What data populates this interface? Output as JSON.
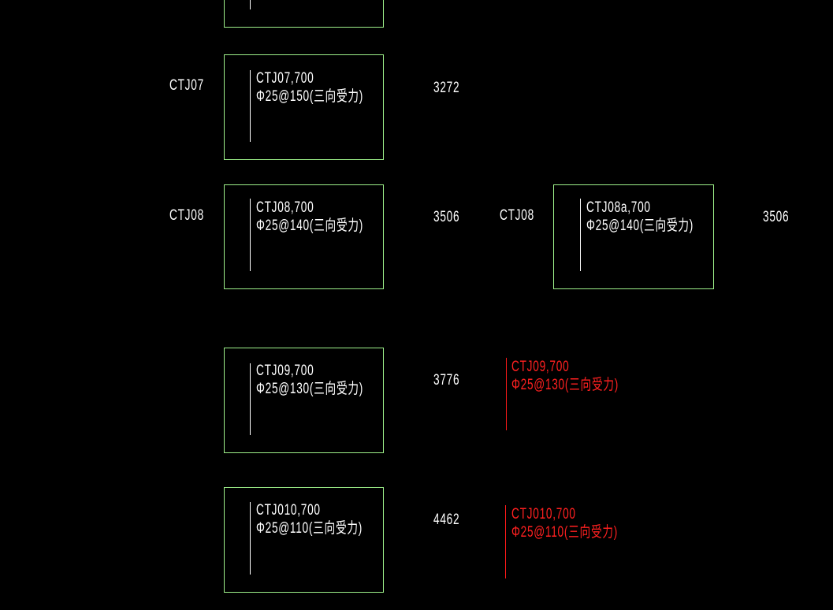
{
  "colors": {
    "background": "#000000",
    "box_border": "#9ef18a",
    "text": "#ffffff",
    "highlight_text": "#ff2020"
  },
  "rows": [
    {
      "id": "partial-top",
      "box": {
        "line1": "",
        "line2": ""
      }
    },
    {
      "id": "ctj07",
      "left_label": "CTJ07",
      "box": {
        "line1": "CTJ07,700",
        "line2": "Φ25@150(三向受力)"
      },
      "value": "3272"
    },
    {
      "id": "ctj08",
      "left_label": "CTJ08",
      "box": {
        "line1": "CTJ08,700",
        "line2": "Φ25@140(三向受力)"
      },
      "value": "3506",
      "right": {
        "left_label": "CTJ08",
        "box": {
          "line1": "CTJ08a,700",
          "line2": "Φ25@140(三向受力)"
        },
        "value": "3506"
      }
    },
    {
      "id": "ctj09",
      "box": {
        "line1": "CTJ09,700",
        "line2": "Φ25@130(三向受力)"
      },
      "value": "3776",
      "red_annotation": {
        "line1": "CTJ09,700",
        "line2": "Φ25@130(三向受力)"
      }
    },
    {
      "id": "ctj010",
      "box": {
        "line1": "CTJ010,700",
        "line2": "Φ25@110(三向受力)"
      },
      "value": "4462",
      "red_annotation": {
        "line1": "CTJ010,700",
        "line2": "Φ25@110(三向受力)"
      }
    }
  ]
}
